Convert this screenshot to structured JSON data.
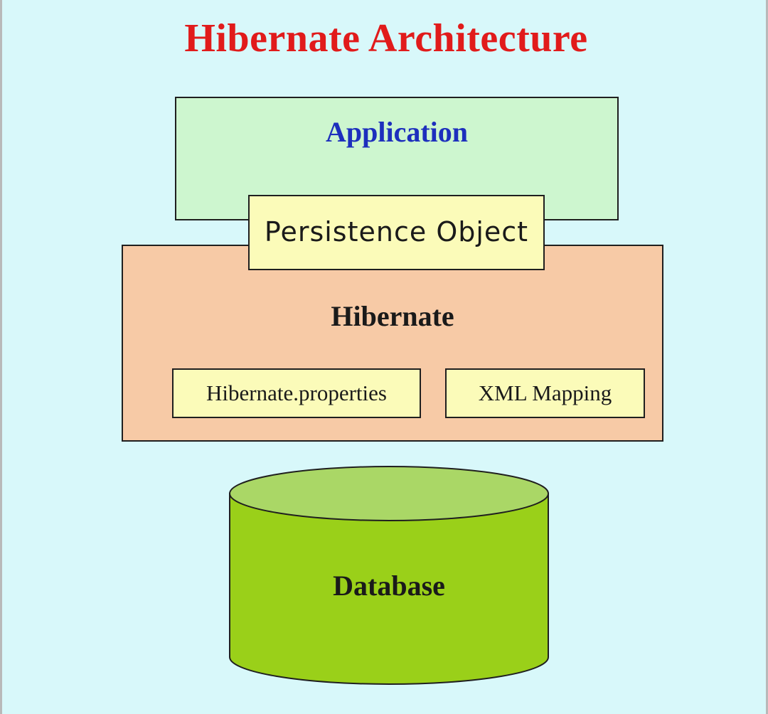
{
  "title": "Hibernate Architecture",
  "layers": {
    "application": {
      "label": "Application"
    },
    "persistence_object": {
      "label": "Persistence Object"
    },
    "hibernate": {
      "label": "Hibernate",
      "components": [
        "Hibernate.properties",
        "XML Mapping"
      ]
    },
    "database": {
      "label": "Database",
      "icon": "database-cylinder-icon"
    }
  },
  "colors": {
    "background": "#d8f8fa",
    "title": "#e11b1b",
    "application_fill": "#cdf6cf",
    "application_text": "#1d2fbd",
    "hibernate_fill": "#f7caa6",
    "persistence_fill": "#fbfbb9",
    "database_fill": "#9ad019",
    "database_top": "#aad766"
  }
}
